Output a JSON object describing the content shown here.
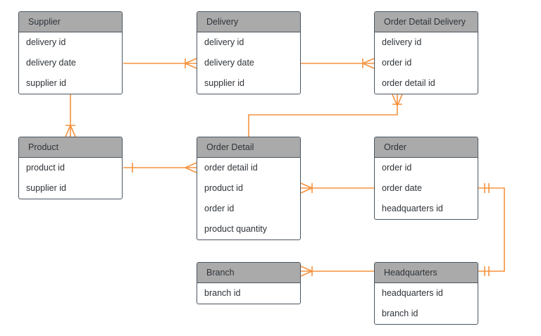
{
  "colors": {
    "connector": "#f5923e",
    "border": "#4a5560",
    "header": "#aaaaaa"
  },
  "entities": {
    "supplier": {
      "title": "Supplier",
      "fields": [
        "delivery id",
        "delivery date",
        "supplier id"
      ]
    },
    "delivery": {
      "title": "Delivery",
      "fields": [
        "delivery id",
        "delivery date",
        "supplier id"
      ]
    },
    "order_detail_delivery": {
      "title": "Order Detail Delivery",
      "fields": [
        "delivery id",
        "order id",
        "order detail id"
      ]
    },
    "product": {
      "title": "Product",
      "fields": [
        "product id",
        "supplier id"
      ]
    },
    "order_detail": {
      "title": "Order Detail",
      "fields": [
        "order detail id",
        "product id",
        "order id",
        "product quantity"
      ]
    },
    "order": {
      "title": "Order",
      "fields": [
        "order id",
        "order date",
        "headquarters id"
      ]
    },
    "branch": {
      "title": "Branch",
      "fields": [
        "branch id"
      ]
    },
    "headquarters": {
      "title": "Headquarters",
      "fields": [
        "headquarters id",
        "branch id"
      ]
    }
  }
}
